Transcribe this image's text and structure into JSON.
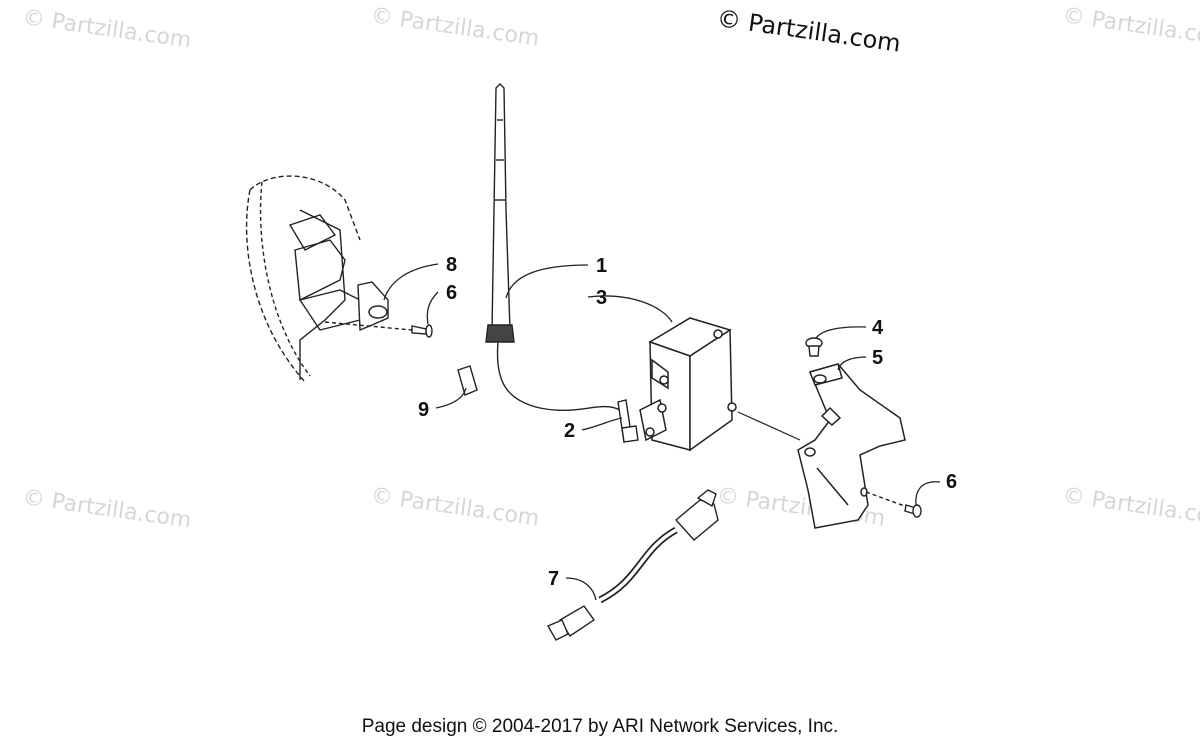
{
  "watermark": {
    "main": "© Partzilla.com",
    "faint": "© Partzilla.com"
  },
  "callouts": [
    {
      "id": "1",
      "label": "1"
    },
    {
      "id": "2",
      "label": "2"
    },
    {
      "id": "3",
      "label": "3"
    },
    {
      "id": "4",
      "label": "4"
    },
    {
      "id": "5",
      "label": "5"
    },
    {
      "id": "6a",
      "label": "6"
    },
    {
      "id": "6b",
      "label": "6"
    },
    {
      "id": "7",
      "label": "7"
    },
    {
      "id": "8",
      "label": "8"
    },
    {
      "id": "9",
      "label": "9"
    }
  ],
  "footer": {
    "text": "Page design © 2004-2017 by ARI Network Services, Inc."
  }
}
